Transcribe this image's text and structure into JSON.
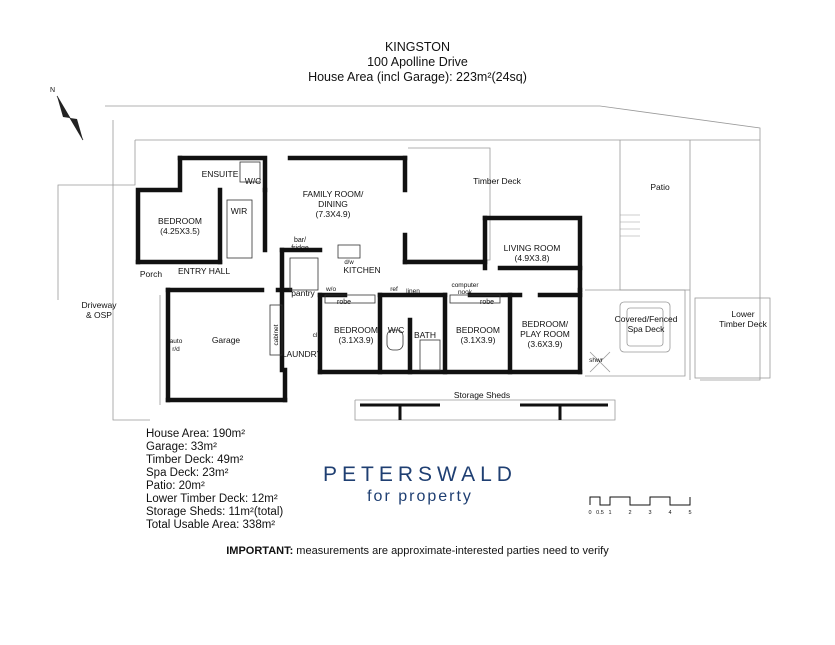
{
  "header": {
    "suburb": "KINGSTON",
    "address": "100 Apolline Drive",
    "house_area": "House Area (incl Garage): 223m²(24sq)"
  },
  "north_label": "N",
  "rooms": {
    "ensuite": "ENSUITE",
    "wc_top": "W/C",
    "bedroom_main": "BEDROOM",
    "bedroom_main_size": "(4.25X3.5)",
    "wir": "WIR",
    "family_room": "FAMILY ROOM/",
    "dining": "DINING",
    "family_size": "(7.3X4.9)",
    "timber_deck": "Timber Deck",
    "patio": "Patio",
    "living_room": "LIVING ROOM",
    "living_size": "(4.9X3.8)",
    "bar_fridge_1": "bar/",
    "bar_fridge_2": "fridge",
    "dw": "d/w",
    "kitchen": "KITCHEN",
    "entry_hall": "ENTRY HALL",
    "porch": "Porch",
    "pantry": "pantry",
    "wo": "w/o",
    "ref": "ref",
    "linen": "linen",
    "computer_1": "computer",
    "computer_2": "nook",
    "driveway_1": "Driveway",
    "driveway_2": "& OSP",
    "garage": "Garage",
    "auto_1": "auto",
    "auto_2": "r/d",
    "cabinet": "cabinet",
    "cl": "cl",
    "laundry": "LAUNDRY",
    "robe_1": "robe",
    "bedroom_2": "BEDROOM",
    "bedroom_2_size": "(3.1X3.9)",
    "wc_mid": "W/C",
    "bath": "BATH",
    "robe_2": "robe",
    "bedroom_3": "BEDROOM",
    "bedroom_3_size": "(3.1X3.9)",
    "bedroom_play_1": "BEDROOM/",
    "bedroom_play_2": "PLAY ROOM",
    "bedroom_play_size": "(3.6X3.9)",
    "spa_1": "Covered/Fenced",
    "spa_2": "Spa Deck",
    "shwr": "shwr",
    "lower_deck_1": "Lower",
    "lower_deck_2": "Timber Deck",
    "storage_sheds": "Storage Sheds"
  },
  "stats": [
    "House Area: 190m²",
    "Garage: 33m²",
    "Timber Deck: 49m²",
    "Spa Deck: 23m²",
    "Patio: 20m²",
    "Lower Timber Deck: 12m²",
    "Storage Sheds: 11m²(total)",
    "Total Usable Area: 338m²"
  ],
  "brand": {
    "line1": "PETERSWALD",
    "line2": "for property"
  },
  "scale_labels": [
    "0",
    "0.5",
    "1",
    "2",
    "3",
    "4",
    "5"
  ],
  "notice": {
    "bold": "IMPORTANT:",
    "text": " measurements are approximate-interested parties need to verify"
  }
}
